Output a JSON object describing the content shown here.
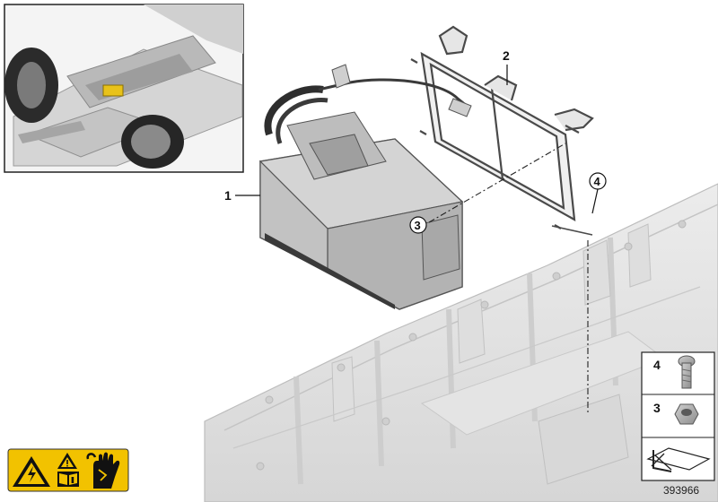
{
  "callouts": {
    "battery": "1",
    "bracket": "2",
    "nut": "3",
    "bolt": "4"
  },
  "legend": {
    "bolt_ref": "4",
    "nut_ref": "3"
  },
  "diagram_id": "393966",
  "warning_icons": [
    "high-voltage-warning-icon",
    "read-manual-icon",
    "wear-gloves-icon"
  ],
  "colors": {
    "warning_yellow": "#f2c200",
    "housing_grey": "#e2e2e2",
    "battery_grey": "#c8c8c8",
    "line": "#2a2a2a"
  }
}
